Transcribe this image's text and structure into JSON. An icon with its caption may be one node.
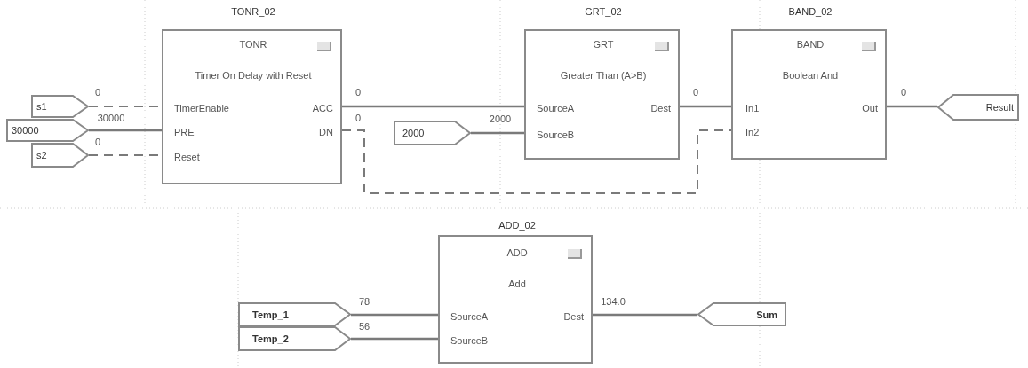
{
  "diagram": {
    "nodes": [
      {
        "text": [
          "s1"
        ]
      },
      {
        "text": [
          "30000"
        ]
      },
      {
        "text": [
          "s2"
        ]
      },
      {
        "text": [
          "TONR_02",
          "TONR",
          "Timer On Delay with Reset",
          "TimerEnable",
          "PRE",
          "Reset",
          "ACC",
          "DN"
        ]
      },
      {
        "text": [
          "2000"
        ]
      },
      {
        "text": [
          "GRT_02",
          "GRT",
          "Greater Than (A>B)",
          "SourceA",
          "SourceB",
          "Dest"
        ]
      },
      {
        "text": [
          "BAND_02",
          "BAND",
          "Boolean And",
          "In1",
          "In2",
          "Out"
        ]
      },
      {
        "text": [
          "Result"
        ]
      },
      {
        "text": [
          "Temp_1"
        ]
      },
      {
        "text": [
          "Temp_2"
        ]
      },
      {
        "text": [
          "ADD_02",
          "ADD",
          "Add",
          "SourceA",
          "SourceB",
          "Dest"
        ]
      },
      {
        "text": [
          "Sum"
        ]
      }
    ],
    "edges": [
      {
        "from": 0,
        "to": 3,
        "arrow": "none",
        "label": "0",
        "style": "dashed"
      },
      {
        "from": 1,
        "to": 3,
        "arrow": "none",
        "label": "30000"
      },
      {
        "from": 2,
        "to": 3,
        "arrow": "none",
        "label": "0",
        "style": "dashed"
      },
      {
        "from": 3,
        "to": 5,
        "arrow": "none",
        "label": "0"
      },
      {
        "from": 3,
        "to": 6,
        "arrow": "none",
        "label": "0",
        "style": "dashed"
      },
      {
        "from": 4,
        "to": 5,
        "arrow": "none",
        "label": "2000"
      },
      {
        "from": 5,
        "to": 6,
        "arrow": "none",
        "label": "0"
      },
      {
        "from": 6,
        "to": 7,
        "arrow": "none",
        "label": "0"
      },
      {
        "from": 8,
        "to": 10,
        "arrow": "none",
        "label": "78"
      },
      {
        "from": 9,
        "to": 10,
        "arrow": "none",
        "label": "56"
      },
      {
        "from": 10,
        "to": 11,
        "arrow": "none",
        "label": "134.0"
      }
    ]
  }
}
